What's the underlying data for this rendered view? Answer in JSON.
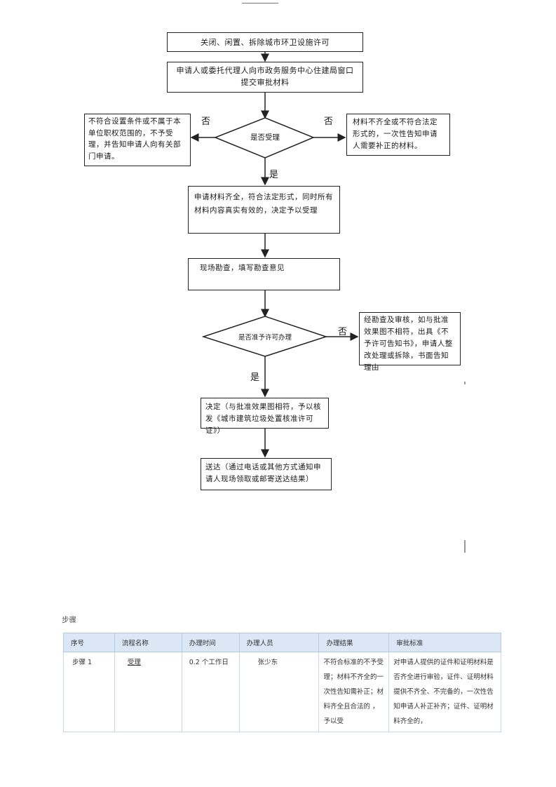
{
  "flowchart": {
    "title_box": "关闭、闲置、拆除城市环卫设施许可",
    "submit_box": "申请人或委托代理人向市政务服务中心住建局窗口提交审批材料",
    "decision1": "是否受理",
    "reject_box": "不符合设置条件或不属于本单位职权范围的，不予受理，并告知申请人向有关部门申请。",
    "supplement_box": "材料不齐全或不符合法定形式的，一次性告知申请人需要补正的材料。",
    "accept_box": "申请材料齐全，符合法定形式，同时所有材料内容真实有效的，决定予以受理",
    "inspect_box": "现场勘查，填写勘查意见",
    "decision2": "是否准予许可办理",
    "deny_box": "经勘查及审核，如与批准效果图不相符，出具《不予许可告知书》，申请人整改处理或拆除，书面告知理由",
    "approve_box": "决定（与批准效果图相符，予以核发《城市建筑垃圾处置核准许可证》）",
    "deliver_box": "送达（通过电话或其他方式通知申请人现场领取或邮寄送达结果）",
    "no_label": "否",
    "yes_label": "是"
  },
  "steps": {
    "title": "步骤",
    "headers": [
      "序号",
      "流程名称",
      "办理时间",
      "办理人员",
      "办理结果",
      "审批标准"
    ],
    "row": {
      "index": "步骤 1",
      "name": "受理",
      "time": "0.2 个工作日",
      "person": "张少东",
      "result": "不符合标准的不予受理；材料不齐全的一次性告知需补正；材料齐全且合法的 ，予以受",
      "standard": "对申请人提供的证件和证明材料是否齐全进行审验，证件、证明材料提供不齐全、不完备的，一次性告知申请人补正补齐；证件、证明材料齐全的，"
    }
  }
}
